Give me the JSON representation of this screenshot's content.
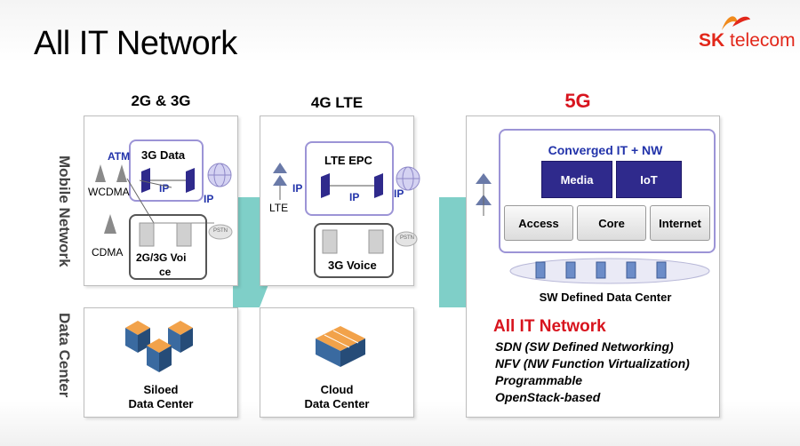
{
  "title": "All IT Network",
  "logo": {
    "sk": "SK",
    "telecom": "telecom",
    "brand_color": "#e2271a"
  },
  "row_labels": {
    "mobile": "Mobile Network",
    "datacenter": "Data Center"
  },
  "columns": {
    "c1": "2G & 3G",
    "c2": "4G LTE",
    "c3": "5G"
  },
  "col1": {
    "data_box": "3G Data",
    "atm": "ATM",
    "wcdma": "WCDMA",
    "cdma": "CDMA",
    "ip_a": "IP",
    "ip_b": "IP",
    "voice_line1": "2G/3G Voi",
    "voice_line2": "ce",
    "pstn": "PSTN",
    "dc_line1": "Siloed",
    "dc_line2": "Data Center"
  },
  "col2": {
    "epc": "LTE EPC",
    "lte": "LTE",
    "ip_a": "IP",
    "ip_b": "IP",
    "ip_c": "IP",
    "voice": "3G Voice",
    "pstn": "PSTN",
    "dc_line1": "Cloud",
    "dc_line2": "Data Center"
  },
  "col3": {
    "converged": "Converged IT + NW",
    "media": "Media",
    "iot": "IoT",
    "access": "Access",
    "core": "Core",
    "internet": "Internet",
    "sddc": "SW Defined Data Center",
    "heading": "All IT Network",
    "bullets": [
      "SDN (SW Defined Networking)",
      "NFV (NW Function Virtualization)",
      "Programmable",
      "OpenStack-based"
    ]
  },
  "colors": {
    "accent_red": "#d8141e",
    "purple": "#2f2a8c",
    "arrow_teal": "#7fcfc8"
  }
}
